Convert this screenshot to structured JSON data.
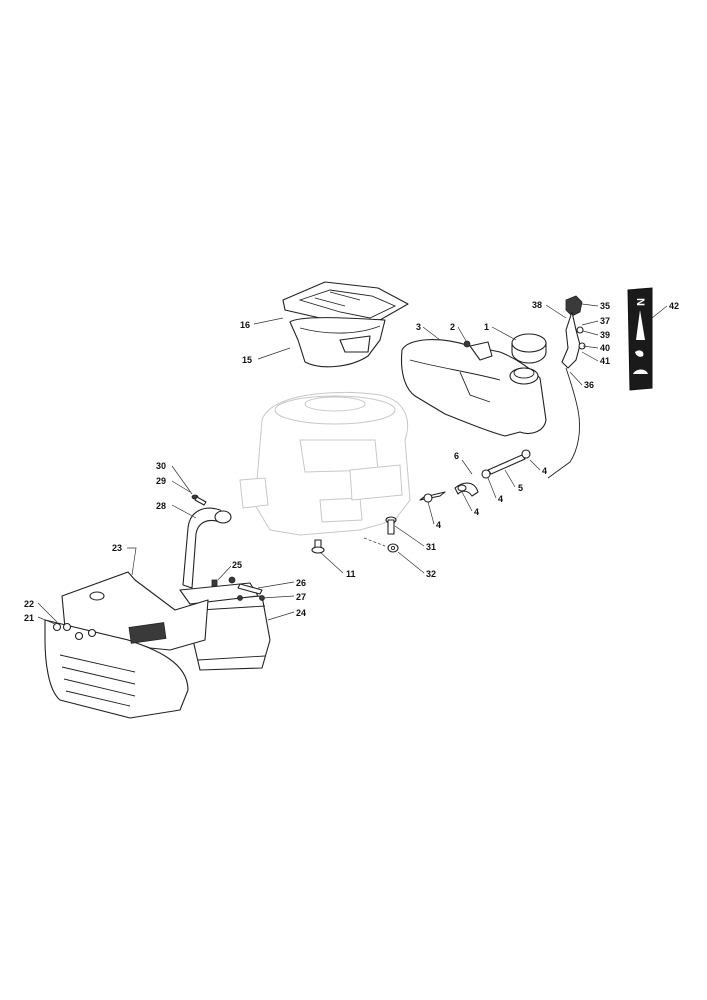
{
  "callouts": [
    {
      "id": "c1",
      "text": "1"
    },
    {
      "id": "c2",
      "text": "2"
    },
    {
      "id": "c3",
      "text": "3"
    },
    {
      "id": "c4a",
      "text": "4"
    },
    {
      "id": "c4b",
      "text": "4"
    },
    {
      "id": "c4c",
      "text": "4"
    },
    {
      "id": "c4d",
      "text": "4"
    },
    {
      "id": "c5",
      "text": "5"
    },
    {
      "id": "c6",
      "text": "6"
    },
    {
      "id": "c11",
      "text": "11"
    },
    {
      "id": "c15",
      "text": "15"
    },
    {
      "id": "c16",
      "text": "16"
    },
    {
      "id": "c21",
      "text": "21"
    },
    {
      "id": "c22",
      "text": "22"
    },
    {
      "id": "c23",
      "text": "23"
    },
    {
      "id": "c24",
      "text": "24"
    },
    {
      "id": "c25",
      "text": "25"
    },
    {
      "id": "c26",
      "text": "26"
    },
    {
      "id": "c27",
      "text": "27"
    },
    {
      "id": "c28",
      "text": "28"
    },
    {
      "id": "c29",
      "text": "29"
    },
    {
      "id": "c30",
      "text": "30"
    },
    {
      "id": "c31",
      "text": "31"
    },
    {
      "id": "c32",
      "text": "32"
    },
    {
      "id": "c35",
      "text": "35"
    },
    {
      "id": "c36",
      "text": "36"
    },
    {
      "id": "c37",
      "text": "37"
    },
    {
      "id": "c38",
      "text": "38"
    },
    {
      "id": "c39",
      "text": "39"
    },
    {
      "id": "c40",
      "text": "40"
    },
    {
      "id": "c41",
      "text": "41"
    },
    {
      "id": "c42",
      "text": "42"
    }
  ],
  "decal": {
    "top_symbol": "N"
  }
}
